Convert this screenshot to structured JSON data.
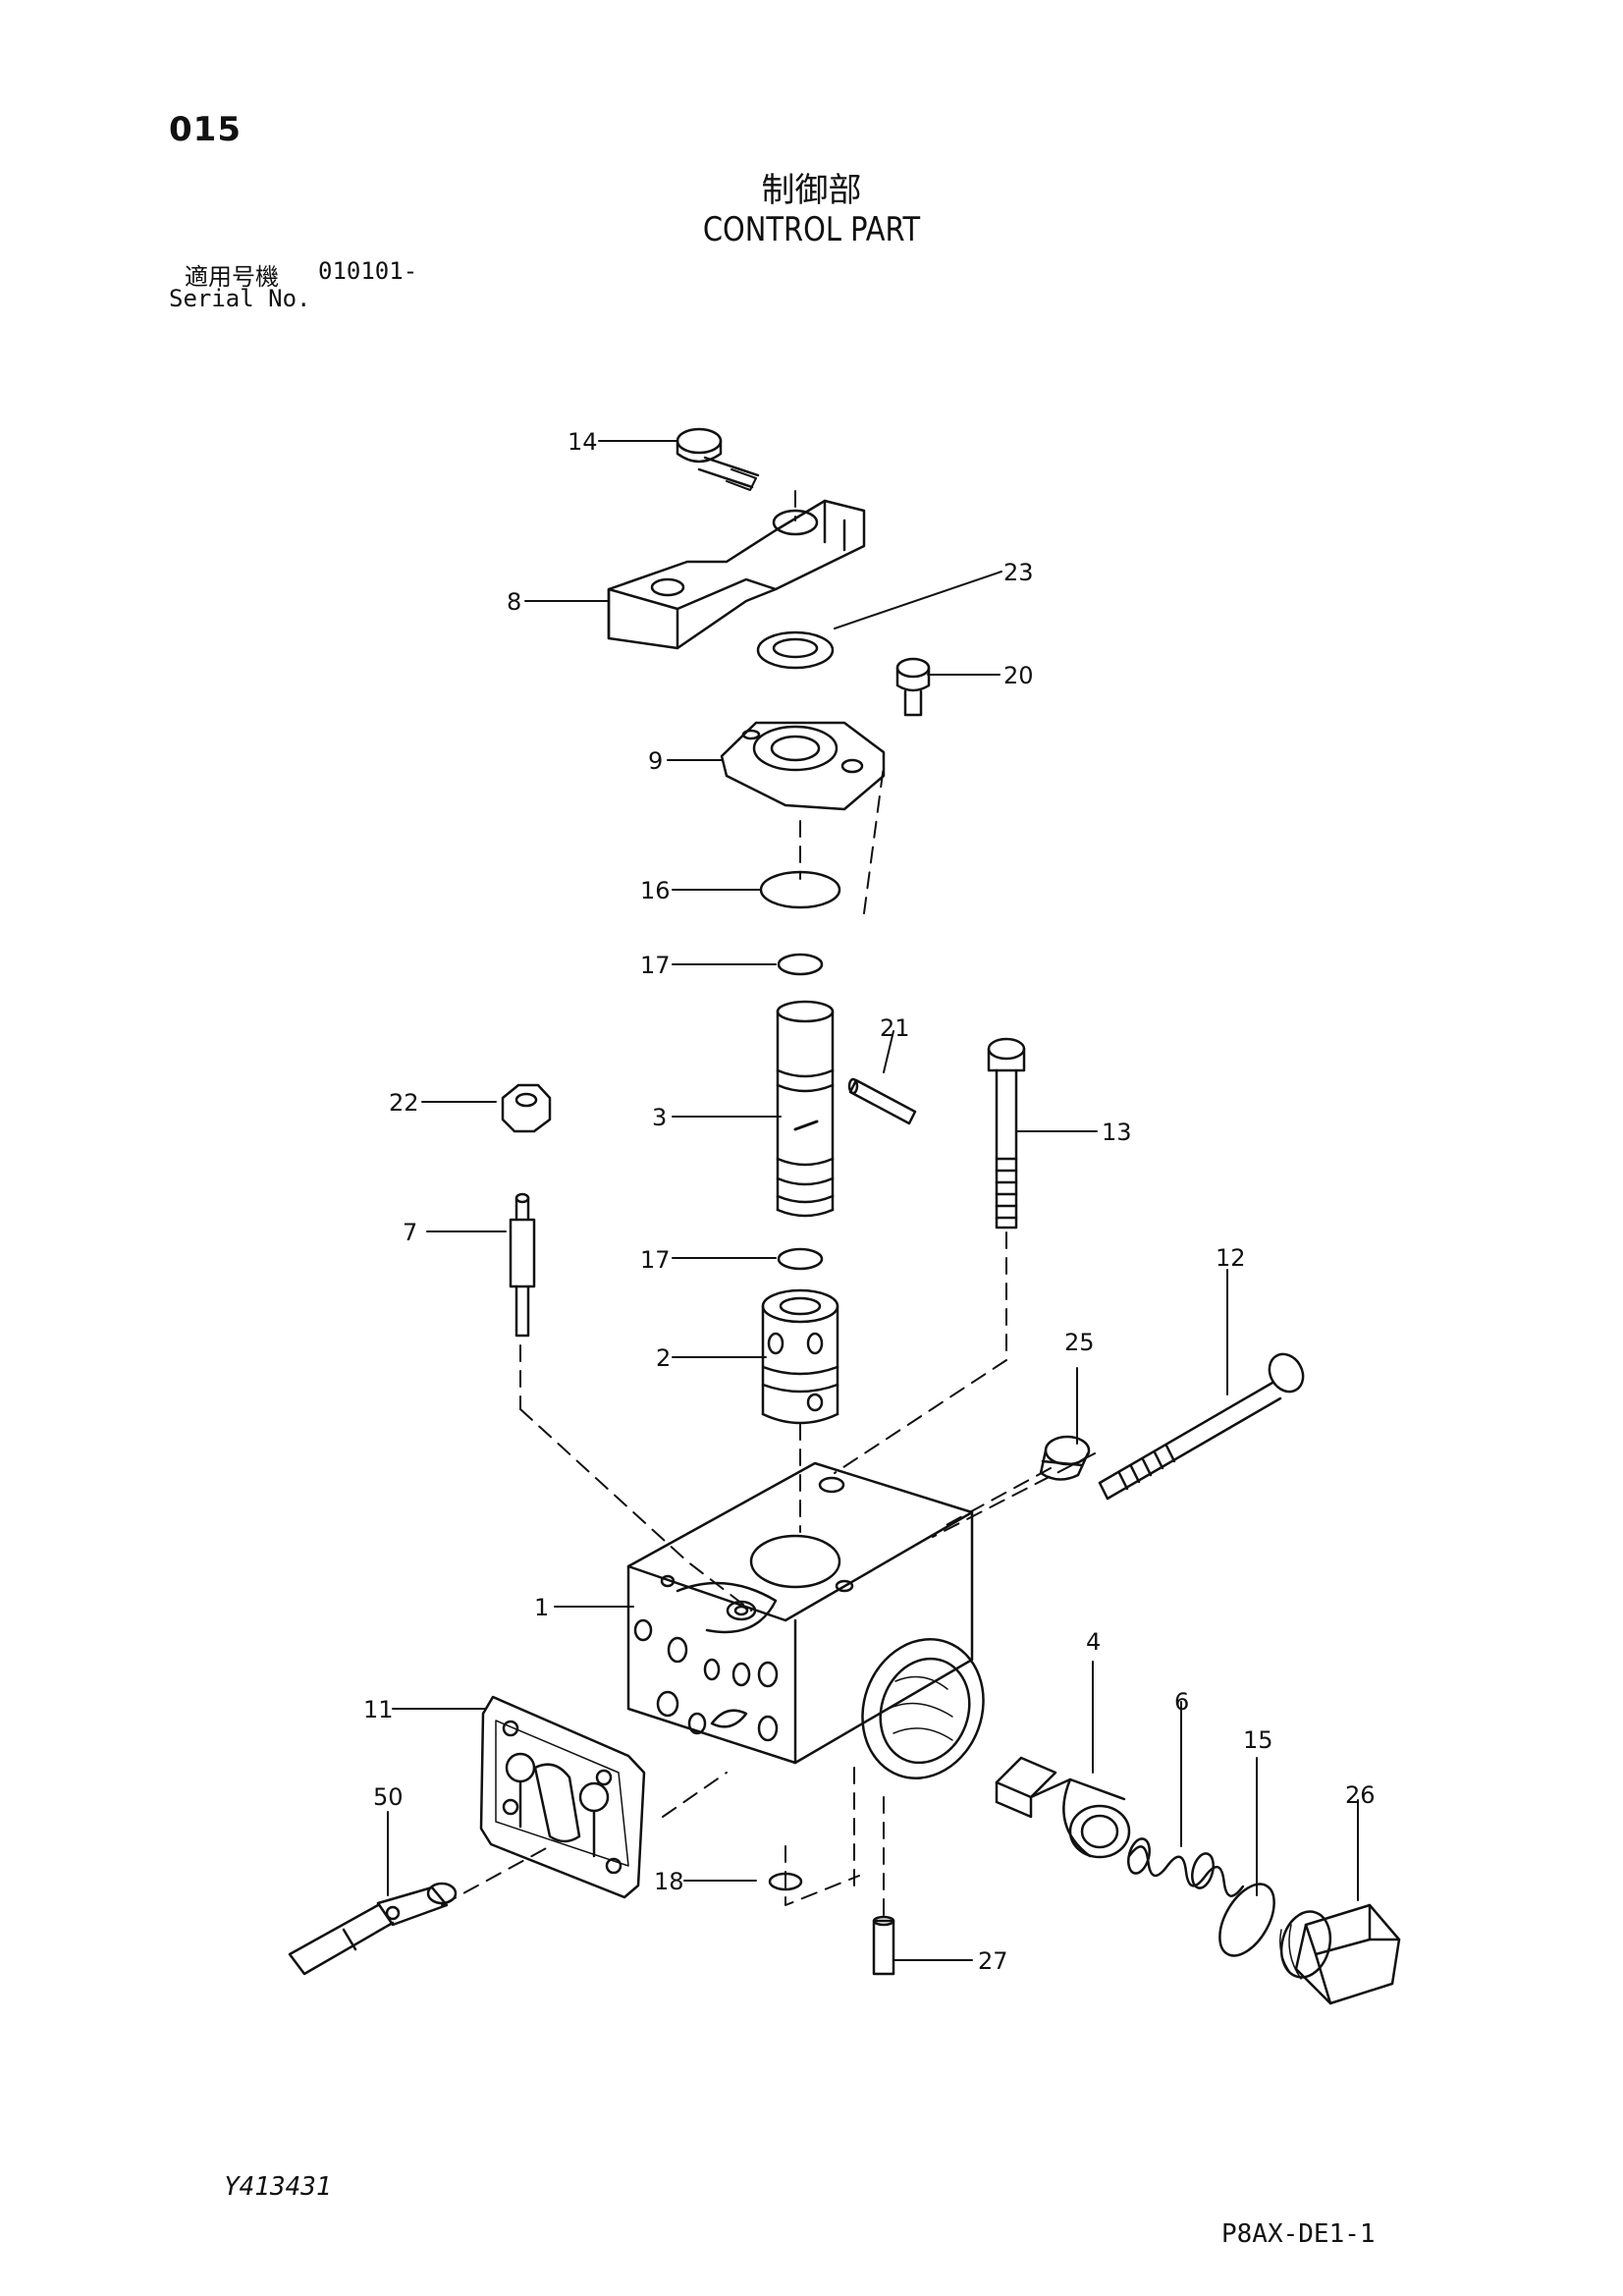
{
  "header": {
    "page_number": "015",
    "title_jp": "制御部",
    "title_en": "CONTROL PART",
    "serial_label_jp": "適用号機",
    "serial_value": "010101-",
    "serial_label_en": "Serial No."
  },
  "footer": {
    "document_code": "Y413431",
    "figure_code": "P8AX-DE1-1"
  },
  "callouts": {
    "p1": "1",
    "p2": "2",
    "p3": "3",
    "p4": "4",
    "p6": "6",
    "p7": "7",
    "p8": "8",
    "p9": "9",
    "p11": "11",
    "p12": "12",
    "p13": "13",
    "p14": "14",
    "p15": "15",
    "p16": "16",
    "p17a": "17",
    "p17b": "17",
    "p18": "18",
    "p20": "20",
    "p21": "21",
    "p22": "22",
    "p23": "23",
    "p25": "25",
    "p26": "26",
    "p27": "27",
    "p50": "50"
  }
}
